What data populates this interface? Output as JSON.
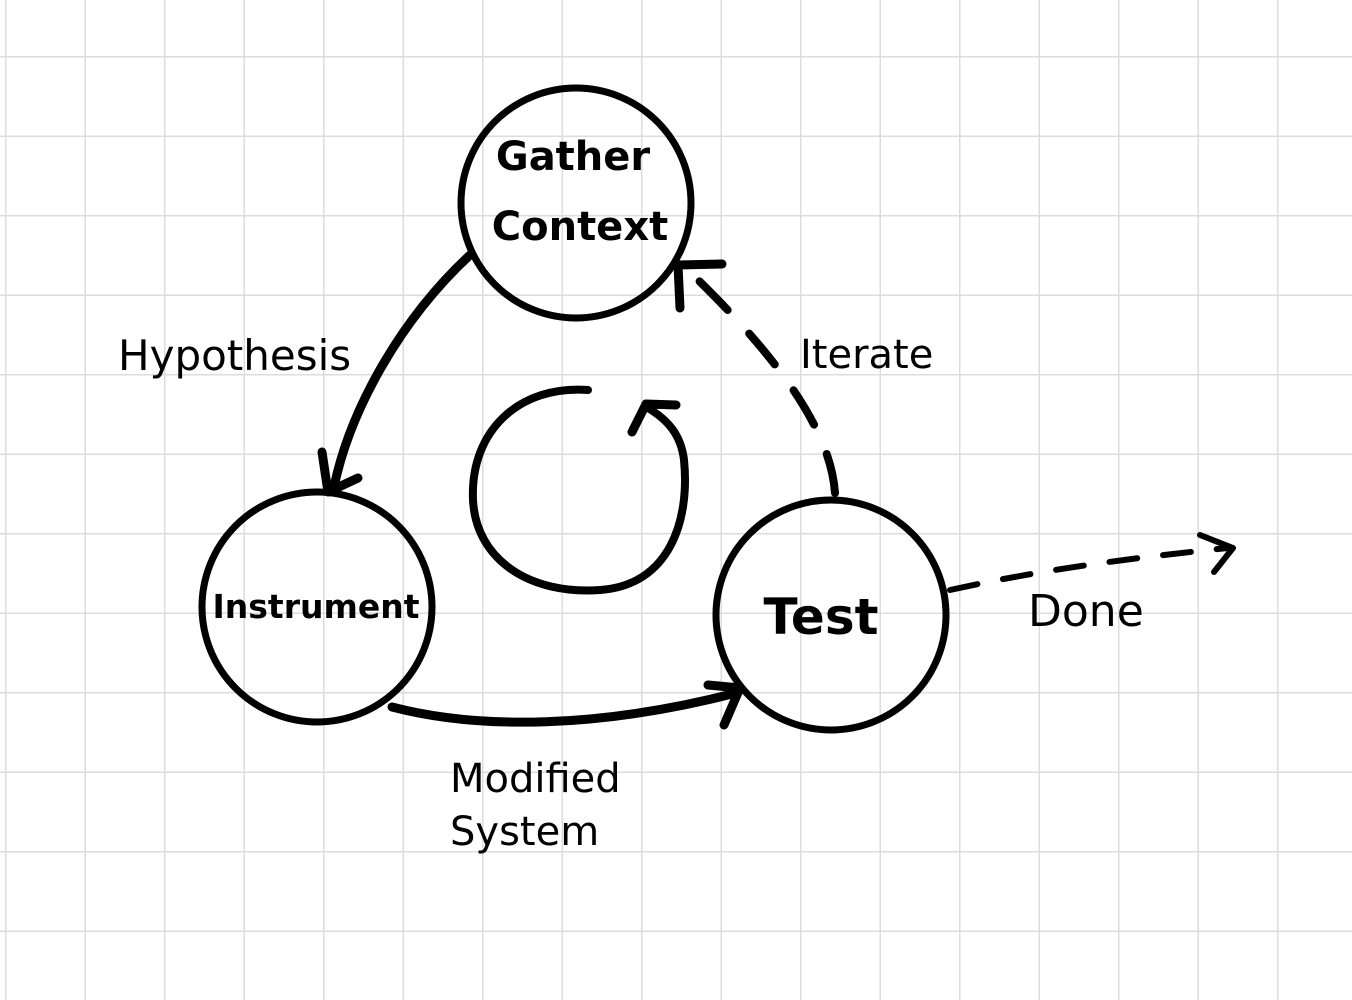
{
  "diagram": {
    "nodes": {
      "gather": {
        "line1": "Gather",
        "line2": "Context"
      },
      "instrument": {
        "label": "Instrument"
      },
      "test": {
        "label": "Test"
      }
    },
    "edges": {
      "hypothesis": {
        "label": "Hypothesis",
        "from": "Gather Context",
        "to": "Instrument",
        "style": "solid"
      },
      "modified": {
        "line1": "Modified",
        "line2": "System",
        "from": "Instrument",
        "to": "Test",
        "style": "solid"
      },
      "iterate": {
        "label": "Iterate",
        "from": "Test",
        "to": "Gather Context",
        "style": "dashed"
      },
      "done": {
        "label": "Done",
        "from": "Test",
        "style": "dashed"
      }
    },
    "center_cycle_icon": "cycle-arrow-icon",
    "colors": {
      "ink": "#000000",
      "grid": "#dcdcdc",
      "paper": "#ffffff"
    }
  }
}
